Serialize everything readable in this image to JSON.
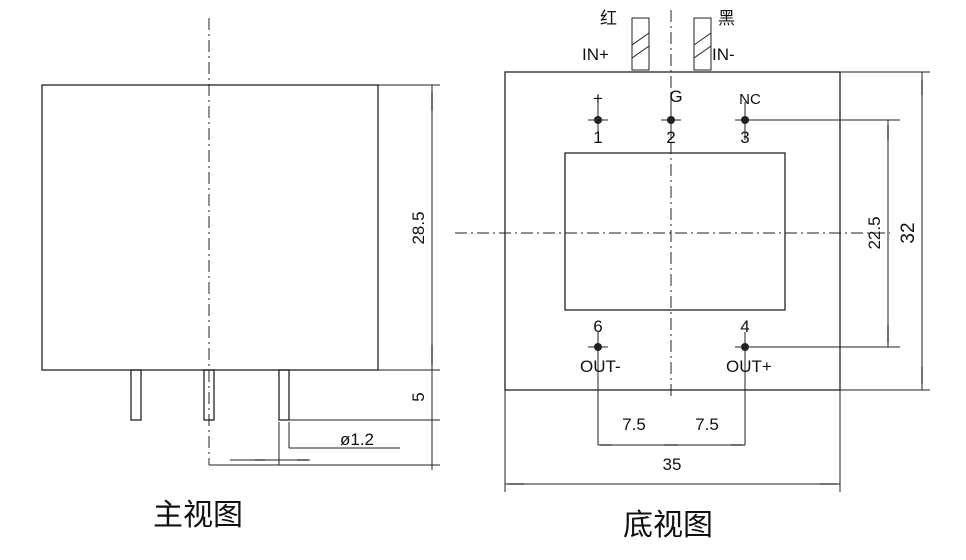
{
  "front_view": {
    "caption": "主视图",
    "dim_height": "28.5",
    "dim_pin_length": "5",
    "dim_pin_diameter": "ø1.2"
  },
  "bottom_view": {
    "caption": "底视图",
    "dim_width": "35",
    "dim_height": "32",
    "dim_pin_spacing_vertical": "22.5",
    "dim_pin_spacing_left": "7.5",
    "dim_pin_spacing_right": "7.5",
    "wire_red_label": "红",
    "wire_black_label": "黑",
    "input_plus_label": "IN+",
    "input_minus_label": "IN-",
    "pins": [
      {
        "number": "1",
        "symbol": "+"
      },
      {
        "number": "2",
        "symbol": "G"
      },
      {
        "number": "3",
        "symbol": "NC"
      },
      {
        "number": "6",
        "symbol": "OUT-"
      },
      {
        "number": "4",
        "symbol": "OUT+"
      }
    ]
  }
}
